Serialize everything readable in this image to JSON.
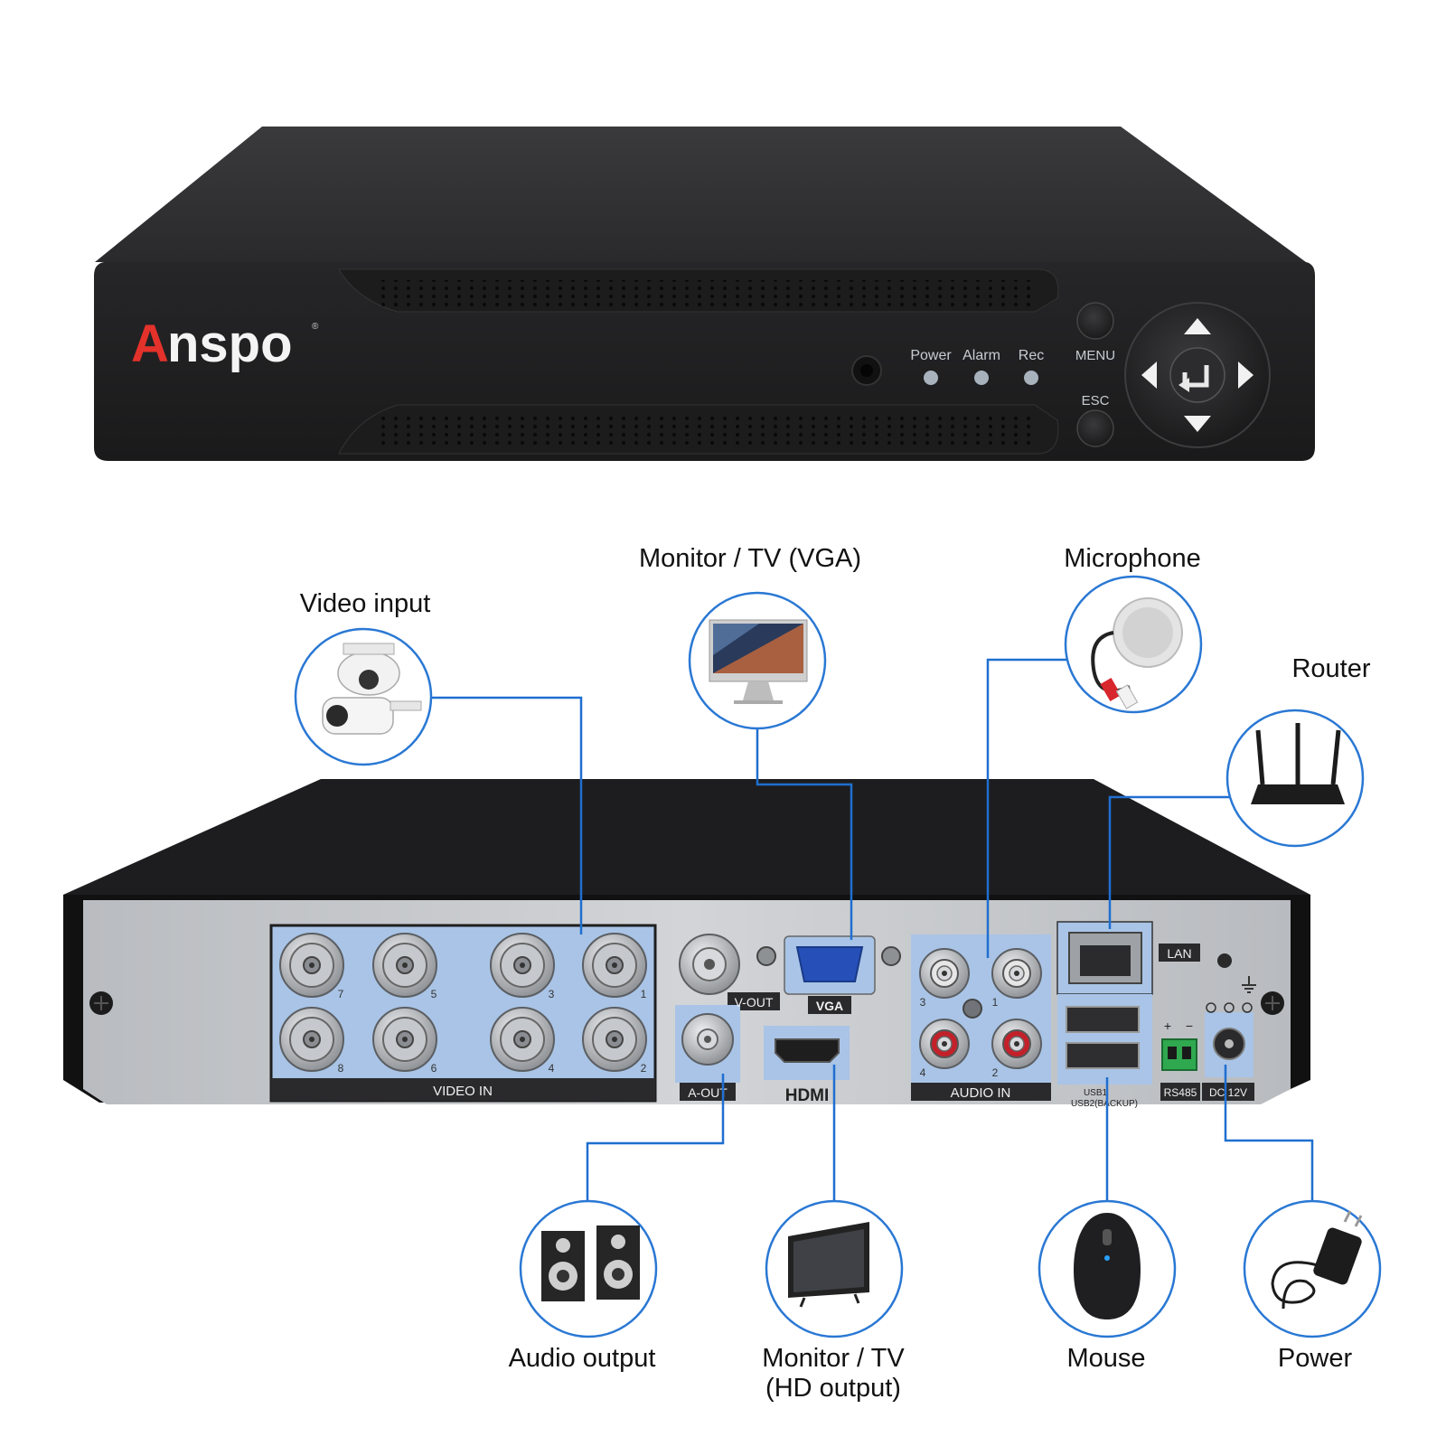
{
  "brand": {
    "logo_text": "Anspo",
    "registered": "®"
  },
  "front_panel": {
    "indicators": [
      "Power",
      "Alarm",
      "Rec"
    ],
    "buttons": {
      "menu": "MENU",
      "esc": "ESC"
    }
  },
  "rear_panel": {
    "video_in_label": "VIDEO IN",
    "video_in_numbers": [
      "7",
      "5",
      "3",
      "1",
      "8",
      "6",
      "4",
      "2"
    ],
    "v_out": "V-OUT",
    "vga": "VGA",
    "a_out": "A-OUT",
    "hdmi": "HDMI",
    "audio_in_label": "AUDIO IN",
    "audio_in_numbers": [
      "3",
      "1",
      "4",
      "2"
    ],
    "lan": "LAN",
    "usb1": "USB1",
    "usb2": "USB2(BACKUP)",
    "rs485": "RS485",
    "rs485_polarity": [
      "+",
      "−"
    ],
    "dc": "DC 12V"
  },
  "callouts": {
    "video_input": "Video input",
    "monitor_vga": "Monitor / TV (VGA)",
    "microphone": "Microphone",
    "router": "Router",
    "audio_output": "Audio output",
    "monitor_hd_line1": "Monitor / TV",
    "monitor_hd_line2": "(HD output)",
    "mouse": "Mouse",
    "power": "Power"
  },
  "colors": {
    "connector_line": "#1f6fd0",
    "callout_ring": "#2a78d4",
    "port_highlight": "#a9c4e6",
    "device_body": "#2b2b2d",
    "rear_plate": "#c9cbce",
    "logo_red": "#e3322b"
  }
}
